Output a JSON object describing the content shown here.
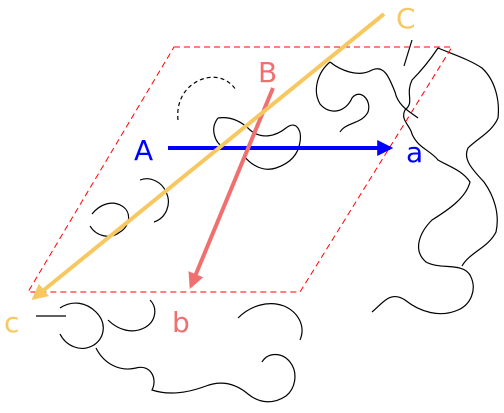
{
  "colors": {
    "blue": "#0000ff",
    "red": "#f07070",
    "orange": "#f8c860",
    "cell": "#ff0000",
    "outline": "#000000"
  },
  "labels": {
    "A": "A",
    "a": "a",
    "B": "B",
    "b": "b",
    "C": "C",
    "c": "c"
  },
  "icons": {
    "arrow_A_to_a": "blue-arrow",
    "arrow_B_to_b": "red-arrow",
    "arrow_C_to_c": "orange-arrow"
  }
}
